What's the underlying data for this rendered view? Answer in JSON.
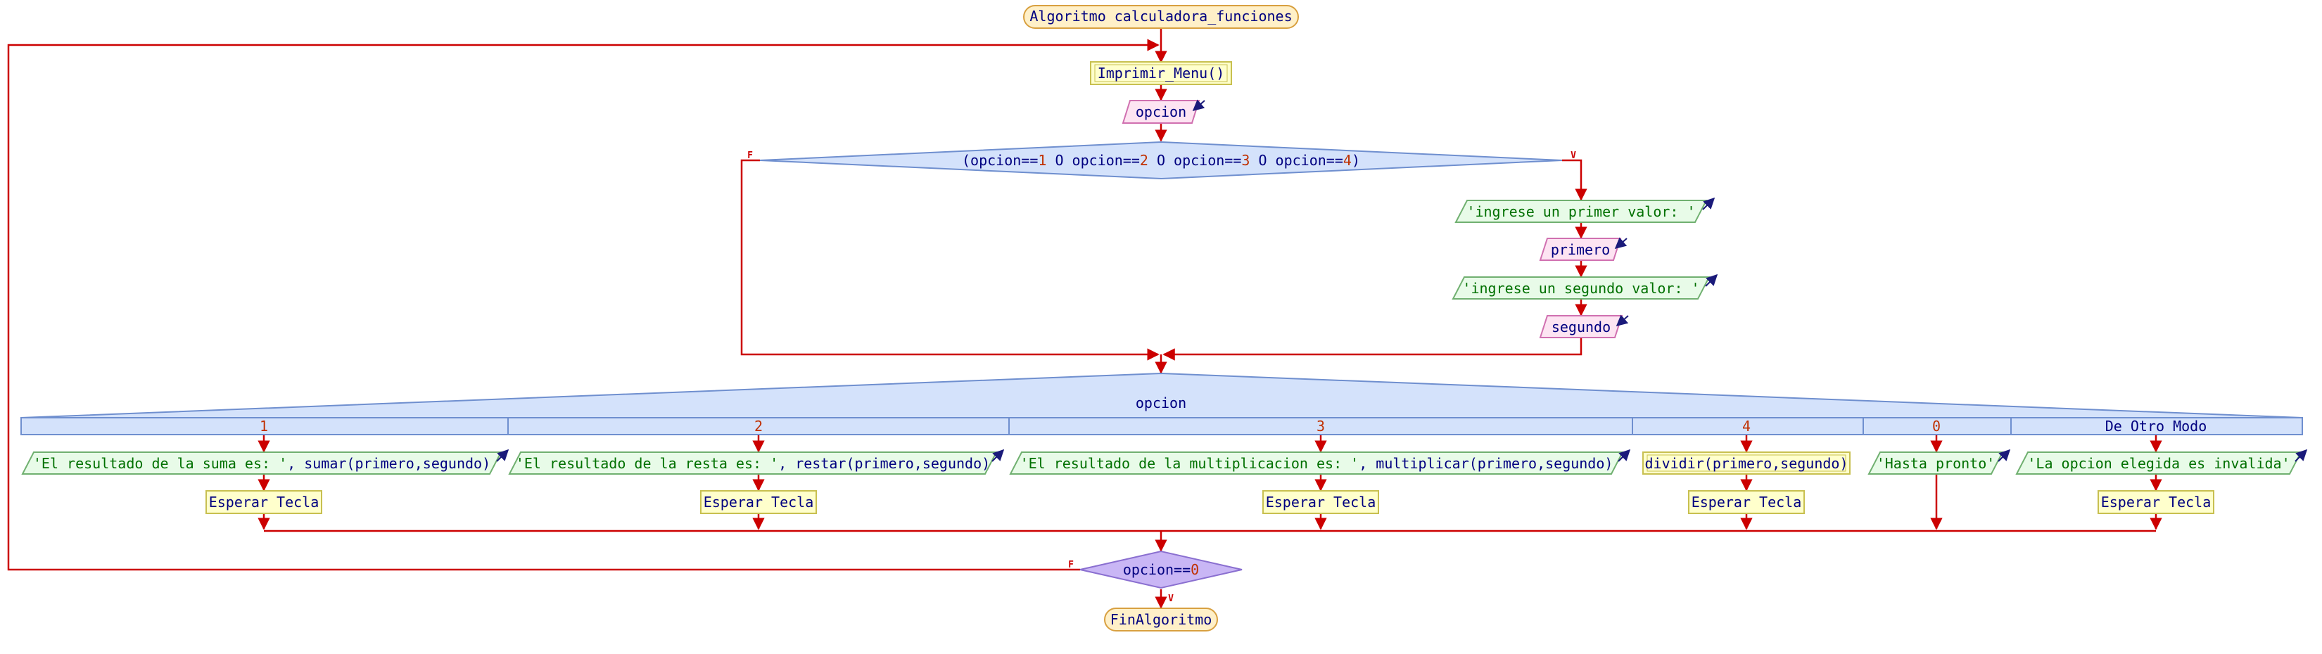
{
  "colors": {
    "line": "#cc0000",
    "arrow": "#cc0000",
    "terminal_fill": "#fff0c8",
    "terminal_stroke": "#d8a040",
    "call_fill": "#ffffcc",
    "call_stroke": "#c8c050",
    "input_fill": "#fde4f2",
    "input_stroke": "#d070b0",
    "output_fill": "#e8fbe8",
    "output_stroke": "#70b070",
    "decision_fill": "#d4e2fb",
    "decision_stroke": "#6f8fcf",
    "loop_fill": "#c9b6f5",
    "loop_stroke": "#8a6fd0",
    "text_keyword": "#000080",
    "text_string": "#007000",
    "text_number": "#c03000",
    "text_var": "#000080"
  },
  "start": "Algoritmo calculadora_funciones",
  "end": "FinAlgoritmo",
  "menu_call": "Imprimir_Menu()",
  "read_opcion": "opcion",
  "if_block": {
    "condition": "(opcion==1 O opcion==2 O opcion==3 O opcion==4)",
    "false_label": "F",
    "true_label": "V",
    "prompt_1": "'ingrese un primer valor: '",
    "read_1": "primero",
    "prompt_2": "'ingrese un segundo valor: '",
    "read_2": "segundo"
  },
  "switch": {
    "variable": "opcion",
    "cases": [
      {
        "label": "1",
        "output": "'El resultado de la suma es: ', sumar(primero,segundo)",
        "wait": "Esperar Tecla"
      },
      {
        "label": "2",
        "output": "'El resultado de la resta es: ', restar(primero,segundo)",
        "wait": "Esperar Tecla"
      },
      {
        "label": "3",
        "output": "'El resultado de la multiplicacion es: ', multiplicar(primero,segundo)",
        "wait": "Esperar Tecla"
      },
      {
        "label": "4",
        "call": "dividir(primero,segundo)",
        "wait": "Esperar Tecla"
      },
      {
        "label": "0",
        "output": "'Hasta pronto'"
      },
      {
        "label": "De Otro Modo",
        "output": "'La opcion elegida es invalida'",
        "wait": "Esperar Tecla"
      }
    ]
  },
  "loop": {
    "condition": "opcion==0",
    "false_label": "F",
    "true_label": "V"
  }
}
